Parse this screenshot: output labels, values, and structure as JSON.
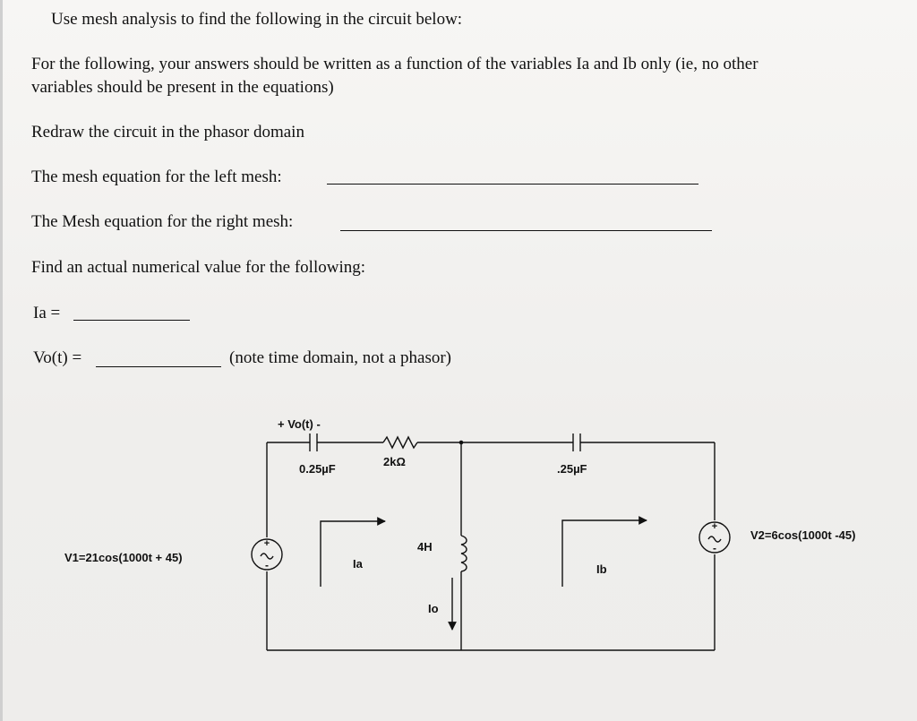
{
  "heading": "Use mesh analysis to find the following in the circuit below:",
  "instructions": {
    "line1": "For the following, your answers should be written as a function of the variables Ia and Ib only (ie, no other",
    "line2": "variables should be present in the equations)"
  },
  "redraw": "Redraw the circuit in the phasor domain",
  "left_mesh": "The mesh equation for the left mesh:",
  "right_mesh": "The Mesh equation for the right mesh:",
  "find_value": "Find an actual numerical value for the following:",
  "ia_label": "Ia  =",
  "vo_label": "Vo(t) =",
  "vo_note": "(note time domain, not a phasor)",
  "circuit": {
    "vo_label": "+  Vo(t)  -",
    "c1_label": "0.25µF",
    "r_label": "2kΩ",
    "c2_label": ".25µF",
    "l_label": "4H",
    "v1_label": "V1=21cos(1000t + 45)",
    "v2_label": "V2=6cos(1000t -45)",
    "ia_mesh": "Ia",
    "ib_mesh": "Ib",
    "io_label": "Io",
    "plus_sign": "+",
    "minus_sign": "-"
  }
}
